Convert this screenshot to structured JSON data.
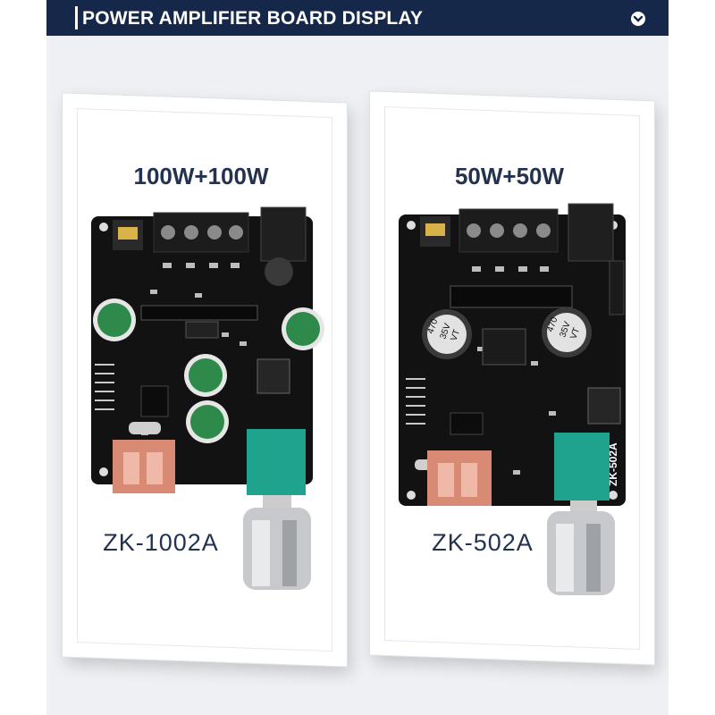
{
  "header": {
    "title": "POWER AMPLIFIER BOARD DISPLAY",
    "icon": "chevron-down-icon"
  },
  "products": [
    {
      "power": "100W+100W",
      "model": "ZK-1002A"
    },
    {
      "power": "50W+50W",
      "model": "ZK-502A",
      "board_label": "ZK-502A",
      "cap_marking": [
        "470",
        "35V",
        "VT"
      ]
    }
  ],
  "colors": {
    "header_bg": "#15284a",
    "pcb": "#121212",
    "terminal": "#1c1c1c",
    "pot": "#1fa38e",
    "usb": "#d88a74",
    "cap_green": "#2e8a4a",
    "text_dark": "#22324f"
  }
}
